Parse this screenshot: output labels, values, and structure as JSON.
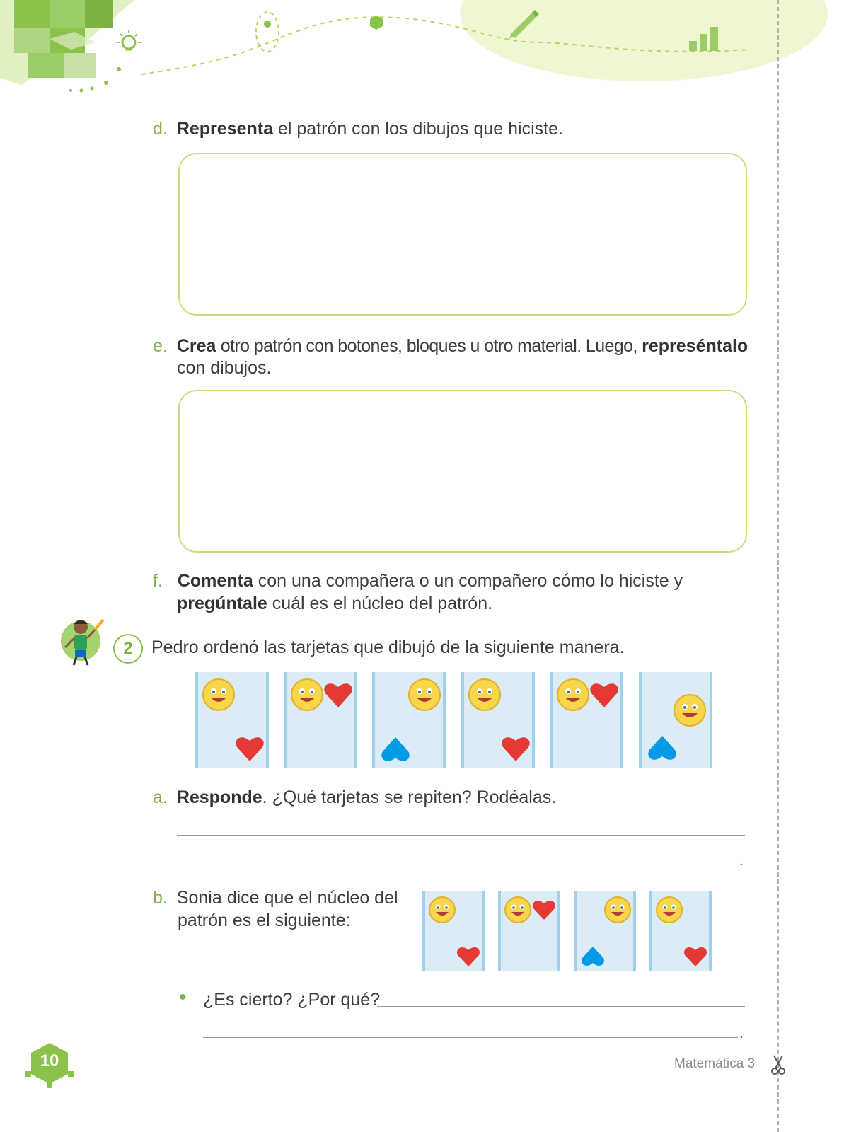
{
  "page_number": "10",
  "footer_book": "Matemática 3",
  "colors": {
    "accent_green": "#7cb342",
    "box_border": "#c5e07a",
    "card_bg": "#dbecf7",
    "heart_red": "#e53935",
    "heart_blue": "#039be5"
  },
  "item_d": {
    "letter": "d.",
    "bold": "Representa",
    "rest": " el patrón con los dibujos que hiciste."
  },
  "item_e": {
    "letter": "e.",
    "bold1": "Crea",
    "mid": " otro patrón con botones, bloques u otro material. Luego, ",
    "bold2": "represéntalo",
    "line2": "con dibujos."
  },
  "item_f": {
    "letter": "f.",
    "bold1": "Comenta",
    "mid": " con una compañera o un compañero cómo lo hiciste y",
    "bold2": "pregúntale",
    "rest": " cuál es el núcleo del patrón."
  },
  "activity2": {
    "number": "2",
    "text": "Pedro ordenó las tarjetas que dibujó de la siguiente manera."
  },
  "q_a": {
    "letter": "a.",
    "bold": "Responde",
    "rest": ". ¿Qué tarjetas se repiten? Rodéalas.",
    "end_mark": "."
  },
  "q_b": {
    "letter": "b.",
    "line1": "Sonia dice que el núcleo del",
    "line2": "patrón es el siguiente:"
  },
  "bullet": {
    "symbol": "•",
    "text": "¿Es cierto? ¿Por qué?",
    "end_mark": "."
  },
  "icons": [
    "lightbulb-icon",
    "pencil-icon",
    "bar-chart-icon",
    "scissors-icon",
    "child-with-pencil-icon",
    "smiley-face-icon",
    "heart-icon",
    "cube-stack-icon"
  ]
}
